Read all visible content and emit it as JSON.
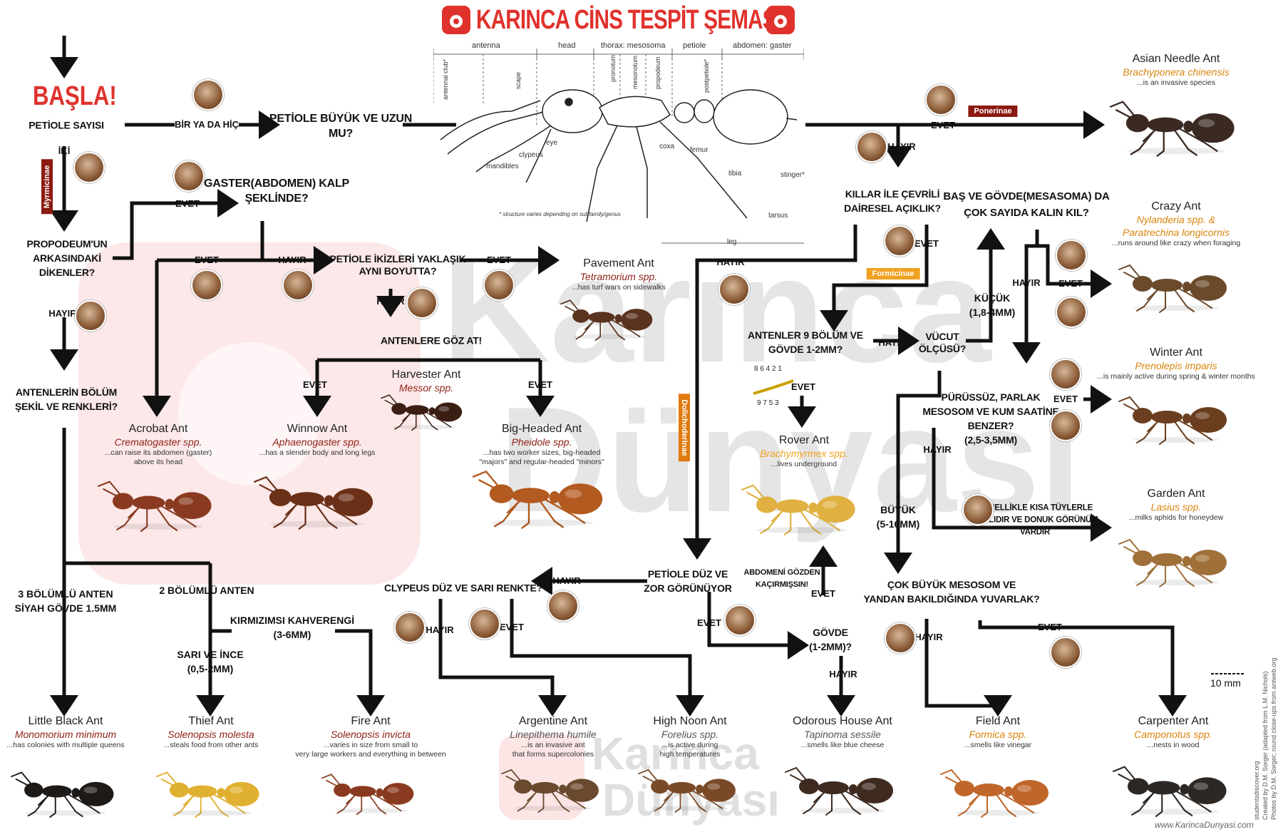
{
  "title": "KARINCA CİNS TESPİT ŞEMASI",
  "colors": {
    "accent": "#e0322c",
    "sci_red": "#8e1e14",
    "sci_orange": "#d9840c",
    "tag_red": "#8b1a10",
    "tag_orange": "#e07b10",
    "tag_amber": "#f0a020",
    "watermark": "#f4b8b8"
  },
  "start": {
    "label": "BAŞLA!",
    "q": "PETİOLE SAYISI"
  },
  "anatomy": {
    "sections": [
      "antenna",
      "head",
      "thorax: mesosoma",
      "petiole",
      "abdomen: gaster"
    ],
    "parts": [
      "antennal club*",
      "scape",
      "pronotum",
      "mesonotum",
      "propodeum",
      "postpetiole*",
      "eye",
      "clypeus",
      "mandibles",
      "coxa",
      "femur",
      "tibia",
      "tarsus",
      "stinger*"
    ],
    "leg": "leg",
    "footnote": "* structure varies depending on subfamily/genus"
  },
  "questions": {
    "petiole_big": "PETİOLE BÜYÜK VE UZUN\nMU?",
    "gaster_heart": "GASTER(ABDOMEN) KALP\nŞEKLİNDE?",
    "propodeum": "PROPODEUM'UN\nARKASINDAKİ\nDİKENLER?",
    "petiole_twins": "PETİOLE İKİZLERİ YAKLAŞIK\nAYNI BOYUTTA?",
    "antennae_look": "ANTENLERE GÖZ AT!",
    "antenna_segments": "ANTENLERİN BÖLÜM\nŞEKİL VE RENKLERİ?",
    "hair_ring": "KILLAR İLE ÇEVRİLİ\nDAİRESEL AÇIKLIK?",
    "antenna9": "ANTENLER 9 BÖLÜM VE\nGÖVDE 1-2MM?",
    "body_size": "VÜCUT\nÖLÇÜSÜ?",
    "hairs": "BAŞ VE GÖVDE(MESASOMA) DA\nÇOK SAYIDA KALIN KIL?",
    "smooth": "PÜRÜSSÜZ, PARLAK\nMESOSOM VE KUM SAATİNE\nBENZER?\n(2,5-3,5MM)",
    "short_hairs": "GENELLİKLE KISA TÜYLERLE\nKAPLIDIR VE DONUK GÖRÜNÜM\nVARDIR",
    "big_meso": "ÇOK BÜYÜK MESOSOM VE\nYANDAN BAKILDIĞINDA YUVARLAK?",
    "petiole_flat": "PETİOLE DÜZ VE\nZOR GÖRÜNÜYOR",
    "clypeus": "CLYPEUS DÜZ VE SARI RENKTE?",
    "body12": "GÖVDE\n(1-2MM)?",
    "abdomen_hidden": "ABDOMENİ GÖZDEN\nKAÇIRMIŞSIN!"
  },
  "labels": {
    "one_or_none": "BİR YA DA HİÇ",
    "two": "İKİ",
    "yes": "EVET",
    "no": "HAYIR",
    "small": "KÜÇÜK\n(1,8-4MM)",
    "big": "BÜYÜK\n(5-16MM)",
    "three_seg": "3 BÖLÜMLÜ ANTEN\nSİYAH GÖVDE 1.5MM",
    "two_seg": "2 BÖLÜMLÜ ANTEN",
    "reddish": "KIRMIZIMSI KAHVERENGİ\n(3-6MM)",
    "yellow_thin": "SARI VE İNCE\n(0,5-2MM)",
    "scale": "10 mm",
    "seg_nums_top": "8 6 4 2 1",
    "seg_nums_bot": "9 7 5 3"
  },
  "subfamilies": {
    "myrmicinae": "Myrmicinae",
    "ponerinae": "Ponerinae",
    "formicinae": "Formicinae",
    "dolichoderinae": "Dolichoderinae"
  },
  "species": [
    {
      "id": "asian-needle",
      "name": "Asian Needle Ant",
      "sci": "Brachyponera chinensis",
      "note": "...is an invasive species",
      "color": "#d9840c",
      "body": "#3a2a22"
    },
    {
      "id": "crazy",
      "name": "Crazy Ant",
      "sci": "Nylanderia spp. &\nParatrechina longicornis",
      "note": "...runs around like crazy when foraging",
      "color": "#d9840c",
      "body": "#6b4a2c"
    },
    {
      "id": "winter",
      "name": "Winter Ant",
      "sci": "Prenolepis imparis",
      "note": "...is mainly active during spring & winter months",
      "color": "#d9840c",
      "body": "#6a3e1e"
    },
    {
      "id": "garden",
      "name": "Garden Ant",
      "sci": "Lasius spp.",
      "note": "...milks aphids for honeydew",
      "color": "#d9840c",
      "body": "#a0703a"
    },
    {
      "id": "pavement",
      "name": "Pavement Ant",
      "sci": "Tetramorium spp.",
      "note": "...has turf wars on sidewalks",
      "color": "#8e1e14",
      "body": "#5a3320"
    },
    {
      "id": "harvester",
      "name": "Harvester Ant",
      "sci": "Messor spp.",
      "note": "",
      "color": "#8e1e14",
      "body": "#3a1e14"
    },
    {
      "id": "acrobat",
      "name": "Acrobat Ant",
      "sci": "Crematogaster spp.",
      "note": "...can raise its abdomen (gaster)\nabove its head",
      "color": "#8e1e14",
      "body": "#8a3a20"
    },
    {
      "id": "winnow",
      "name": "Winnow Ant",
      "sci": "Aphaenogaster spp.",
      "note": "...has a slender body and long legs",
      "color": "#8e1e14",
      "body": "#6a3018"
    },
    {
      "id": "bigheaded",
      "name": "Big-Headed Ant",
      "sci": "Pheidole spp.",
      "note": "...has two worker sizes, big-headed\n\"majors\" and regular-headed \"minors\"",
      "color": "#8e1e14",
      "body": "#b35a20"
    },
    {
      "id": "rover",
      "name": "Rover Ant",
      "sci": "Brachymyrmex spp.",
      "note": "...lives underground",
      "color": "#f0a020",
      "body": "#e0b040"
    },
    {
      "id": "little-black",
      "name": "Little Black Ant",
      "sci": "Monomorium minimum",
      "note": "...has colonies with multiple queens",
      "color": "#8e1e14",
      "body": "#1e1a18"
    },
    {
      "id": "thief",
      "name": "Thief Ant",
      "sci": "Solenopsis molesta",
      "note": "...steals food from other ants",
      "color": "#8e1e14",
      "body": "#e0b030"
    },
    {
      "id": "fire",
      "name": "Fire Ant",
      "sci": "Solenopsis invicta",
      "note": "...varies in size from small to\nvery large workers and everything in between",
      "color": "#8e1e14",
      "body": "#8a3a1e"
    },
    {
      "id": "argentine",
      "name": "Argentine Ant",
      "sci": "Linepithema humile",
      "note": "...is an invasive ant\nthat forms supercolonies",
      "color": "#555555",
      "body": "#6a4a2e"
    },
    {
      "id": "highnoon",
      "name": "High Noon Ant",
      "sci": "Forelius spp.",
      "note": "...is active during\nhigh temperatures",
      "color": "#555555",
      "body": "#7a4a28"
    },
    {
      "id": "odorous",
      "name": "Odorous House Ant",
      "sci": "Tapinoma sessile",
      "note": "...smells like blue cheese",
      "color": "#555555",
      "body": "#3e2a1e"
    },
    {
      "id": "field",
      "name": "Field Ant",
      "sci": "Formica spp.",
      "note": "...smells like vinegar",
      "color": "#d9840c",
      "body": "#c0662a"
    },
    {
      "id": "carpenter",
      "name": "Carpenter Ant",
      "sci": "Camponotus spp.",
      "note": "...nests in wood",
      "color": "#d9840c",
      "body": "#2e2824"
    }
  ],
  "watermark": {
    "line1": "Karınca",
    "line2": "Dünyası"
  },
  "credits": {
    "site": "www.KarincaDunyasi.com",
    "c1": "studentsdiscover.org",
    "c2": "Created by D.M. Sorger (adapted from L.M. Nichols)",
    "c3": "Photos by D.M. Sorger; round close-ups from antweb.org"
  }
}
